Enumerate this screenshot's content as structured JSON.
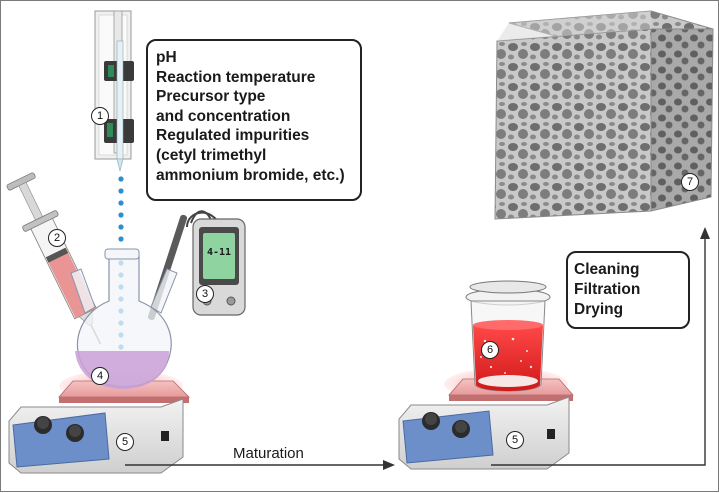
{
  "labels": {
    "parameters": [
      "pH",
      "Reaction temperature",
      "Precursor type",
      "and concentration",
      "Regulated impurities",
      "(cetyl trimethyl",
      "ammonium bromide, etc.)"
    ],
    "post_processing": [
      "Cleaning",
      "Filtration",
      "Drying"
    ],
    "arrow_label": "Maturation",
    "meter_display": "4-11"
  },
  "markers": [
    "1",
    "2",
    "3",
    "4",
    "5",
    "5",
    "6",
    "7"
  ],
  "colors": {
    "liquid_flask": "#c9a0d6",
    "liquid_beaker": "#e02a2a",
    "hotplate_glow": "#f08080",
    "hotplate_panel": "#6d8fc9",
    "foam": "#9a9a9a",
    "droplets": "#2a8fd0"
  }
}
